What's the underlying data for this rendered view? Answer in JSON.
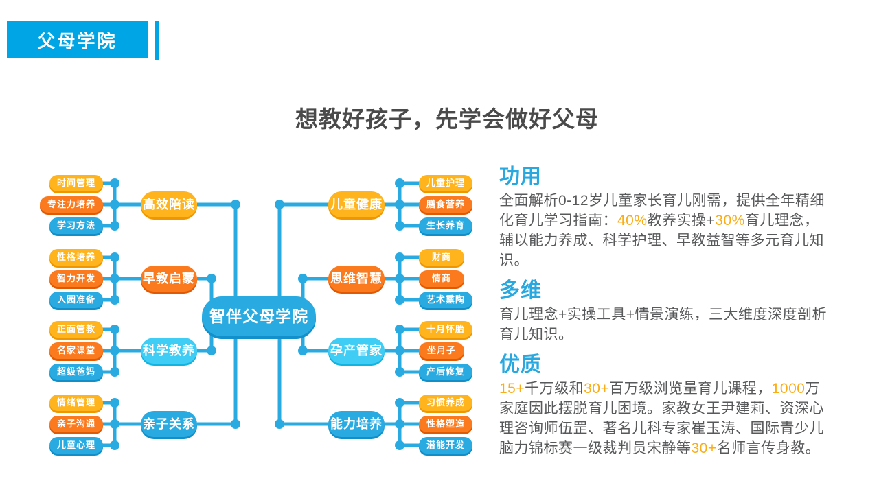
{
  "palette": {
    "badge_blue": "#00a5e6",
    "map_blue": "#29abe2",
    "map_cyan": "#3fcdf5",
    "map_yellow": "#ffb41e",
    "map_orange": "#fb7a1e",
    "heading_blue": "#29a8e0",
    "highlight_orange": "#fbad18",
    "text_dark": "#58595b",
    "title_dark": "#4a4a4a"
  },
  "header": {
    "badge": "父母学院"
  },
  "title": "想教好孩子，先学会做好父母",
  "mindmap": {
    "center": {
      "label": "智伴父母学院",
      "color": "blue"
    },
    "left": [
      {
        "label": "高效陪读",
        "color": "yellow",
        "children": [
          {
            "label": "时间管理",
            "color": "yellow"
          },
          {
            "label": "专注力培养",
            "color": "orange"
          },
          {
            "label": "学习方法",
            "color": "blue"
          }
        ]
      },
      {
        "label": "早教启蒙",
        "color": "orange",
        "children": [
          {
            "label": "性格培养",
            "color": "yellow"
          },
          {
            "label": "智力开发",
            "color": "orange"
          },
          {
            "label": "入园准备",
            "color": "blue"
          }
        ]
      },
      {
        "label": "科学教养",
        "color": "cyan",
        "children": [
          {
            "label": "正面管教",
            "color": "yellow"
          },
          {
            "label": "名家课堂",
            "color": "orange"
          },
          {
            "label": "超级爸妈",
            "color": "blue"
          }
        ]
      },
      {
        "label": "亲子关系",
        "color": "blue",
        "children": [
          {
            "label": "情绪管理",
            "color": "yellow"
          },
          {
            "label": "亲子沟通",
            "color": "orange"
          },
          {
            "label": "儿童心理",
            "color": "blue"
          }
        ]
      }
    ],
    "right": [
      {
        "label": "儿童健康",
        "color": "yellow",
        "children": [
          {
            "label": "儿童护理",
            "color": "yellow"
          },
          {
            "label": "膳食营养",
            "color": "orange"
          },
          {
            "label": "生长养育",
            "color": "blue"
          }
        ]
      },
      {
        "label": "思维智慧",
        "color": "orange",
        "children": [
          {
            "label": "财商",
            "color": "yellow"
          },
          {
            "label": "情商",
            "color": "orange"
          },
          {
            "label": "艺术熏陶",
            "color": "blue"
          }
        ]
      },
      {
        "label": "孕产管家",
        "color": "cyan",
        "children": [
          {
            "label": "十月怀胎",
            "color": "yellow"
          },
          {
            "label": "坐月子",
            "color": "orange"
          },
          {
            "label": "产后修复",
            "color": "blue"
          }
        ]
      },
      {
        "label": "能力培养",
        "color": "blue",
        "children": [
          {
            "label": "习惯养成",
            "color": "yellow"
          },
          {
            "label": "性格塑造",
            "color": "orange"
          },
          {
            "label": "潜能开发",
            "color": "blue"
          }
        ]
      }
    ]
  },
  "sections": [
    {
      "heading": "功用",
      "segments": [
        {
          "text": "全面解析0-12岁儿童家长育儿刚需，提供全年精细化育儿学习指南：",
          "highlight": false
        },
        {
          "text": "40%",
          "highlight": true
        },
        {
          "text": "教养实操+",
          "highlight": false
        },
        {
          "text": "30%",
          "highlight": true
        },
        {
          "text": "育儿理念，辅以能力养成、科学护理、早教益智等多元育儿知识。",
          "highlight": false
        }
      ]
    },
    {
      "heading": "多维",
      "segments": [
        {
          "text": "育儿理念+实操工具+情景演练，三大维度深度剖析育儿知识。",
          "highlight": false
        }
      ]
    },
    {
      "heading": "优质",
      "segments": [
        {
          "text": "15+",
          "highlight": true
        },
        {
          "text": "千万级和",
          "highlight": false
        },
        {
          "text": "30+",
          "highlight": true
        },
        {
          "text": "百万级浏览量育儿课程，",
          "highlight": false
        },
        {
          "text": "1000",
          "highlight": true
        },
        {
          "text": "万家庭因此摆脱育儿困境。家教女王尹建莉、资深心理咨询师伍罡、著名儿科专家崔玉涛、国际青少儿脑力锦标赛一级裁判员宋静等",
          "highlight": false
        },
        {
          "text": "30+",
          "highlight": true
        },
        {
          "text": "名师言传身教。",
          "highlight": false
        }
      ]
    }
  ]
}
